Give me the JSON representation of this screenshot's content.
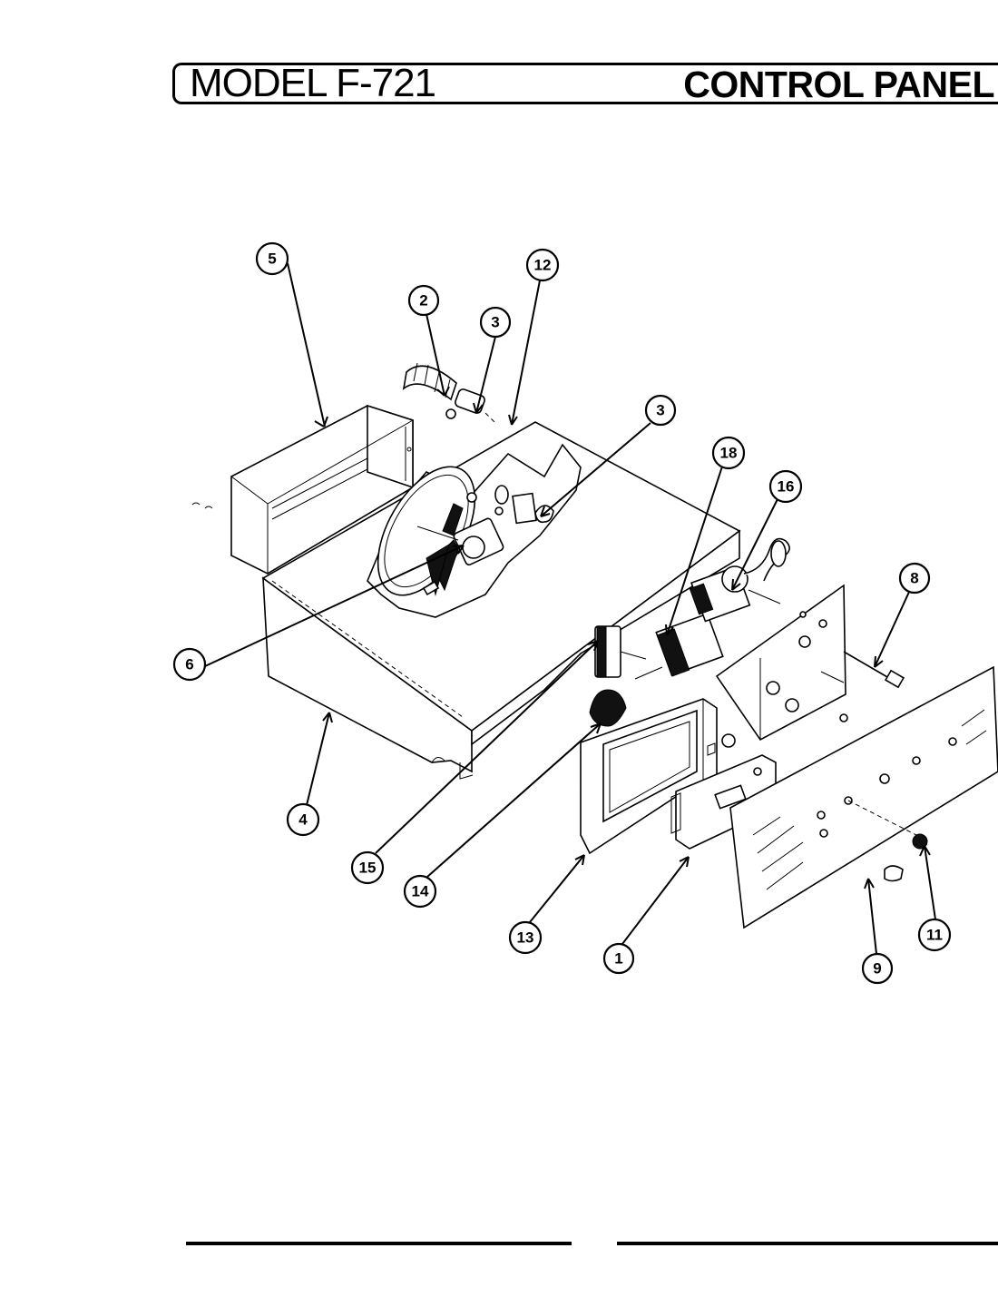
{
  "header": {
    "model": "MODEL F-721",
    "section": "CONTROL PANEL"
  },
  "callouts": [
    {
      "id": "c5",
      "label": "5"
    },
    {
      "id": "c2",
      "label": "2"
    },
    {
      "id": "c3a",
      "label": "3"
    },
    {
      "id": "c12",
      "label": "12"
    },
    {
      "id": "c3b",
      "label": "3"
    },
    {
      "id": "c18",
      "label": "18"
    },
    {
      "id": "c16",
      "label": "16"
    },
    {
      "id": "c8",
      "label": "8"
    },
    {
      "id": "c6",
      "label": "6"
    },
    {
      "id": "c4",
      "label": "4"
    },
    {
      "id": "c15",
      "label": "15"
    },
    {
      "id": "c14",
      "label": "14"
    },
    {
      "id": "c13",
      "label": "13"
    },
    {
      "id": "c1",
      "label": "1"
    },
    {
      "id": "c9",
      "label": "9"
    },
    {
      "id": "c11",
      "label": "11"
    }
  ]
}
